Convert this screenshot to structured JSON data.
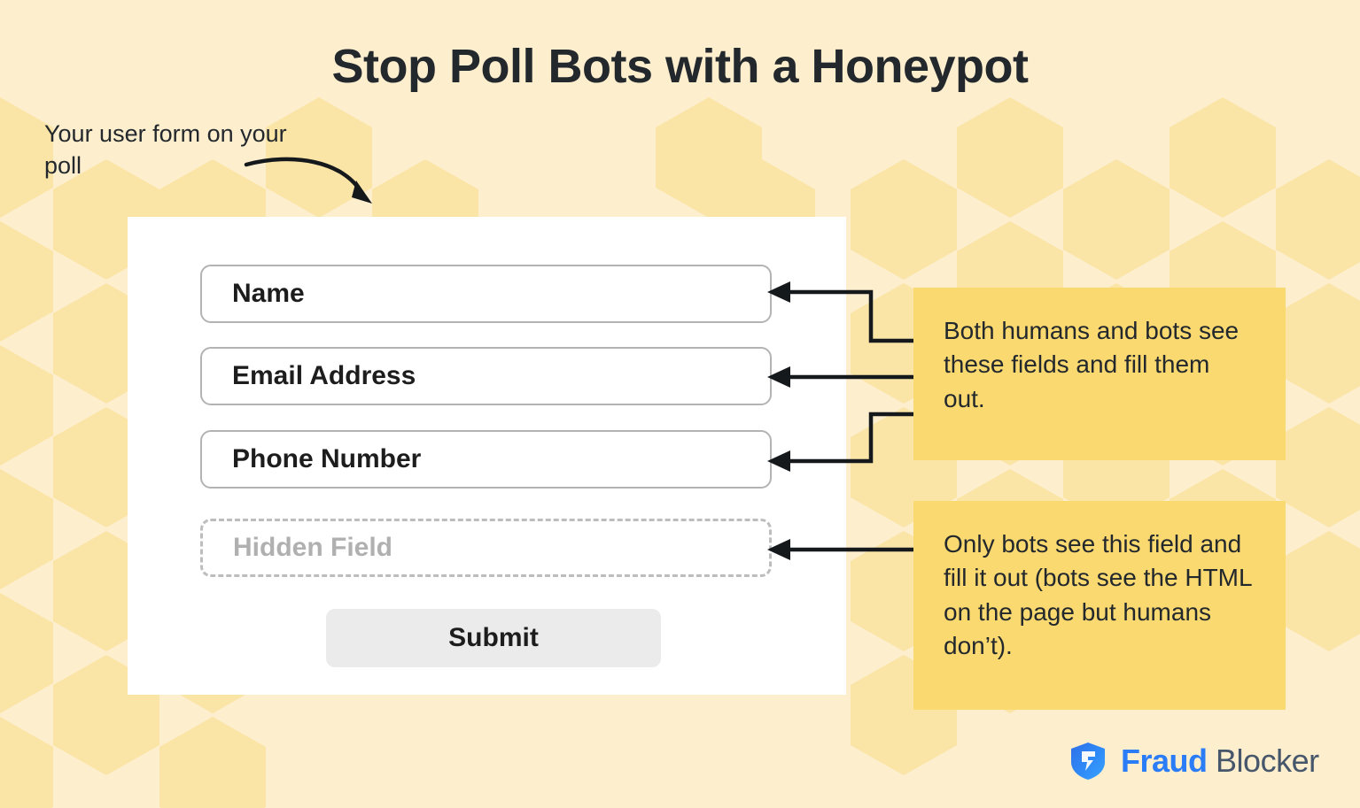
{
  "page": {
    "title": "Stop Poll Bots with a Honeypot",
    "background_color": "#fdeece",
    "honeycomb_color": "#fae3a4",
    "callout_color": "#fad971"
  },
  "annotation": {
    "form_label": "Your user form on your poll",
    "arrow_icon": "curved-arrow-icon"
  },
  "form": {
    "card_background": "#ffffff",
    "fields": [
      {
        "name": "name",
        "label": "Name",
        "style": "solid"
      },
      {
        "name": "email",
        "label": "Email Address",
        "style": "solid"
      },
      {
        "name": "phone",
        "label": "Phone Number",
        "style": "solid"
      },
      {
        "name": "hidden",
        "label": "Hidden Field",
        "style": "dashed"
      }
    ],
    "submit_label": "Submit"
  },
  "callouts": [
    {
      "id": "visible-fields",
      "text": "Both humans and bots see these fields and fill them out."
    },
    {
      "id": "hidden-field",
      "text": "Only bots see this field and fill it out (bots see the HTML on the page but humans don’t)."
    }
  ],
  "logo": {
    "icon": "shield-icon",
    "brand_primary": "Fraud",
    "brand_secondary": "Blocker",
    "primary_color": "#2a7cf7",
    "secondary_color": "#46566b"
  }
}
